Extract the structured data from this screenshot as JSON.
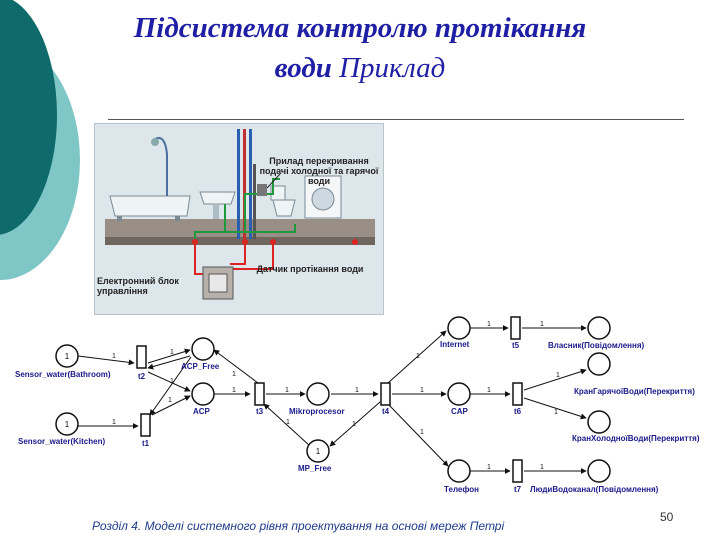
{
  "slide": {
    "title_line1": "Підсистема контролю протікання",
    "title_line2_bold": "води",
    "title_line2_plain": "Приклад",
    "footer": "Розділ 4. Моделі системного рівня проектування на основі мереж Петрі",
    "page_number": "50"
  },
  "illustration": {
    "label_valve": "Прилад перекривання подачі холодної та гарячої води",
    "label_sensors": "Датчик протікання води",
    "label_control": "Електронний блок управління"
  },
  "petri_net": {
    "places": {
      "sensor_bathroom": "Sensor_water(Bathroom)",
      "sensor_kitchen": "Sensor_water(Kitchen)",
      "acp_free": "ACP_Free",
      "acp": "ACP",
      "microprocessor": "Mikroproсesor",
      "mp_free": "MP_Free",
      "internet": "Internet",
      "cap": "CAP",
      "telephone": "Телефон",
      "owner": "Власник(Повідомлення)",
      "hot_valve": "КранГарячоїВоди(Перекриття)",
      "cold_valve": "КранХолодноїВоди(Перекриття)",
      "service": "ЛюдиВодоканал(Повідомлення)"
    },
    "tokens": {
      "sensor_bathroom": "1",
      "sensor_kitchen": "1",
      "mp_free": "1"
    },
    "transitions": {
      "t2": "t2",
      "t1": "t1",
      "t3": "t3",
      "t4": "t4",
      "t5": "t5",
      "t6": "t6",
      "t7": "t7"
    },
    "arc_weight": "1"
  },
  "colors": {
    "title": "#1f1fa6",
    "footer": "#1f3c8c",
    "deco_dark": "#0f6b6b",
    "deco_light": "#7fc6c6"
  }
}
